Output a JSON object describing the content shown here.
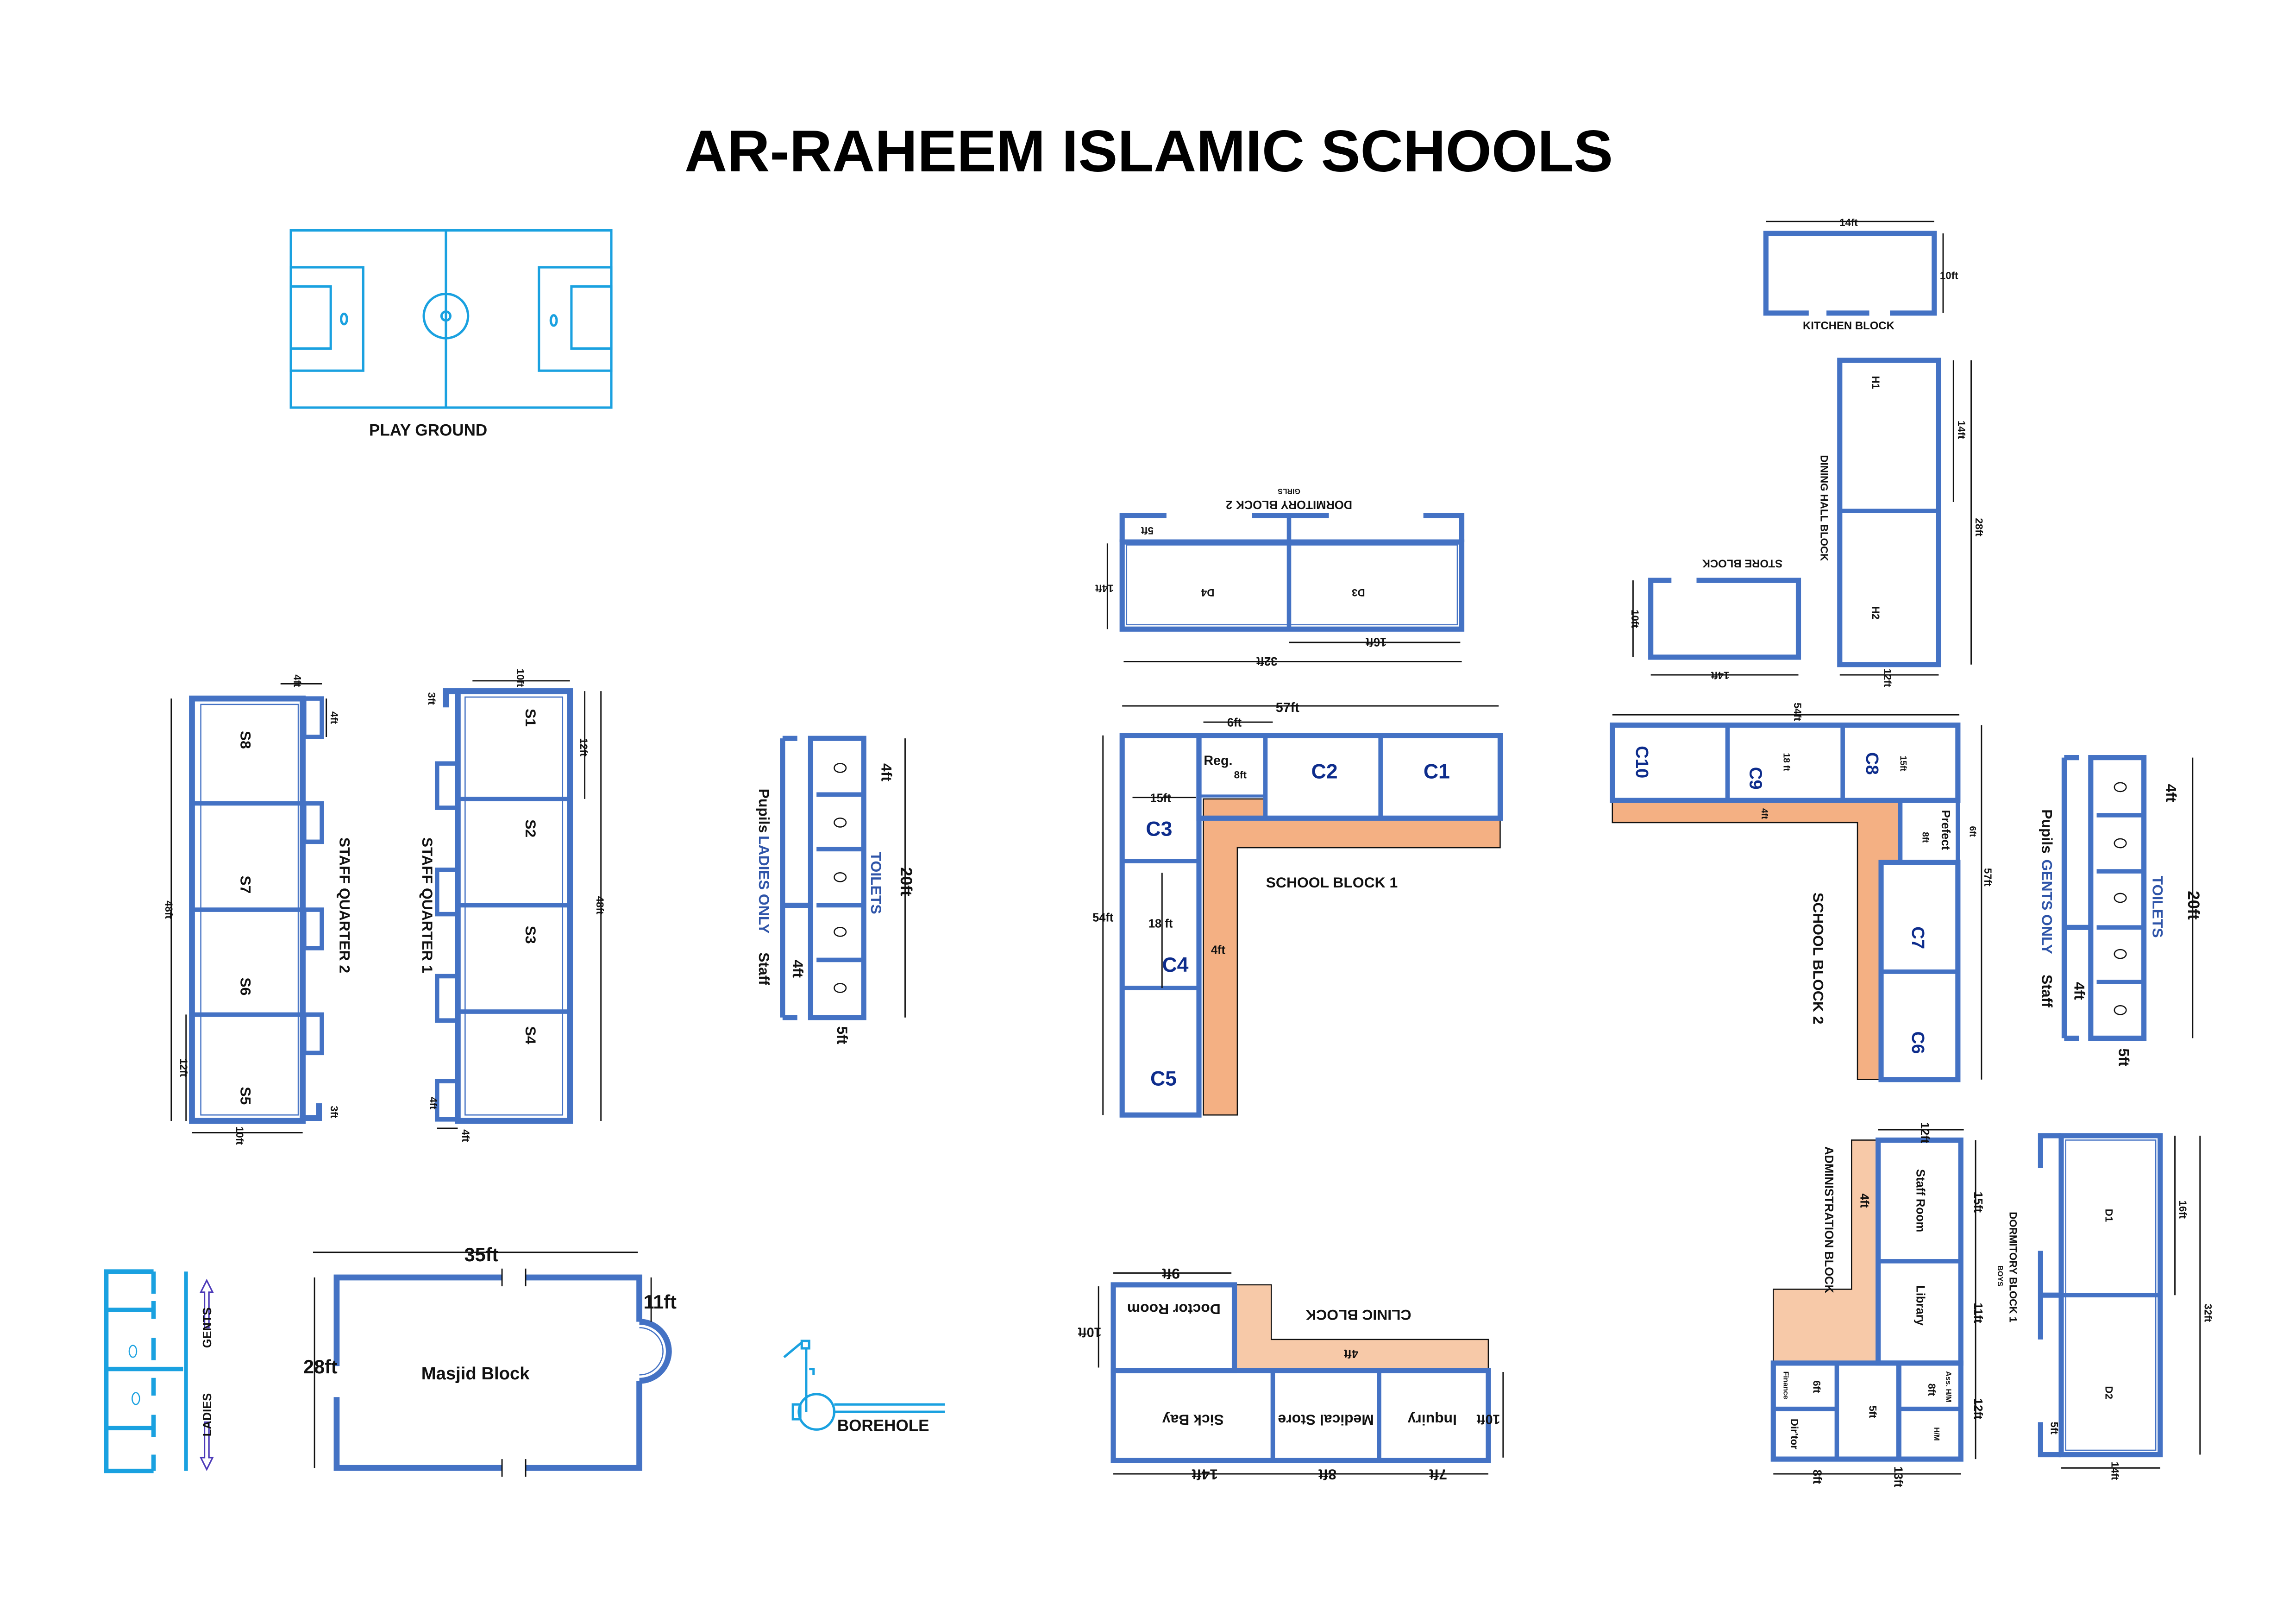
{
  "title": "AR-RAHEEM ISLAMIC SCHOOLS",
  "colors": {
    "wall": "#4472c4",
    "wall_light": "#5b9bd5",
    "pitch": "#1aa1e0",
    "corridor": "#f4b083",
    "corridor_light": "#f7c9a8",
    "room_label": "#0d2c8c",
    "text": "#111111"
  },
  "play_ground": {
    "label": "PLAY GROUND"
  },
  "staff_quarter_2": {
    "label": "STAFF QUARTER 2",
    "rooms": [
      "S8",
      "S7",
      "S6",
      "S5"
    ],
    "dims": {
      "length": "48ft",
      "room": "12ft",
      "width": "10ft",
      "toilet_w": "4ft",
      "toilet_h": "4ft",
      "porch": "3ft"
    }
  },
  "staff_quarter_1": {
    "label": "STAFF QUARTER 1",
    "rooms": [
      "S1",
      "S2",
      "S3",
      "S4"
    ],
    "dims": {
      "length": "48ft",
      "room": "12ft",
      "width": "10ft",
      "toilet_w": "4ft",
      "toilet_h": "4ft",
      "porch": "3ft"
    }
  },
  "toilets_ladies": {
    "label": "TOILETS",
    "group": "LADIES ONLY",
    "pupils": "Pupils",
    "staff": "Staff",
    "dims": {
      "length": "20ft",
      "cubicle": "4ft",
      "corridor": "4ft",
      "depth": "5ft"
    }
  },
  "toilets_gents": {
    "label": "TOILETS",
    "group": "GENTS ONLY",
    "pupils": "Pupils",
    "staff": "Staff",
    "dims": {
      "length": "20ft",
      "cubicle": "4ft",
      "corridor": "4ft",
      "depth": "5ft"
    }
  },
  "dormitory_block_2": {
    "label": "DORMITORY BLOCK 2",
    "sub": "GIRLS",
    "rooms": [
      "D4",
      "D3"
    ],
    "dims": {
      "porch": "5ft",
      "depth": "14ft",
      "room": "16ft",
      "length": "32ft"
    }
  },
  "dormitory_block_1": {
    "label": "DORMITORY BLOCK 1",
    "sub": "BOYS",
    "rooms": [
      "D1",
      "D2"
    ],
    "dims": {
      "room": "16ft",
      "length": "32ft",
      "porch": "5ft",
      "depth": "14ft"
    }
  },
  "school_block_1": {
    "label": "SCHOOL BLOCK 1",
    "rooms": [
      "C1",
      "C2",
      "C3",
      "C4",
      "C5"
    ],
    "reg": "Reg.",
    "dims": {
      "length": "57ft",
      "reg_w": "6ft",
      "reg_h": "8ft",
      "room_w": "15ft",
      "room_l": "18 ft",
      "height": "54ft",
      "corridor": "4ft"
    }
  },
  "school_block_2": {
    "label": "SCHOOL BLOCK 2",
    "rooms": [
      "C10",
      "C9",
      "C8",
      "C7",
      "C6"
    ],
    "prefect": "Prefect",
    "dims": {
      "length": "54ft",
      "room_l": "18 ft",
      "room_w": "15ft",
      "corridor": "4ft",
      "pref_h": "6ft",
      "pref_w": "8ft",
      "height": "57ft"
    }
  },
  "kitchen_block": {
    "label": "KITCHEN BLOCK",
    "dims": {
      "width": "14ft",
      "depth": "10ft"
    }
  },
  "store_block": {
    "label": "STORE BLOCK",
    "dims": {
      "width": "14ft",
      "depth": "10ft"
    }
  },
  "dining_hall_block": {
    "label": "DINING HALL BLOCK",
    "rooms": [
      "H1",
      "H2"
    ],
    "dims": {
      "room": "14ft",
      "length": "28ft",
      "width": "12ft"
    }
  },
  "clinic_block": {
    "label": "CLINIC BLOCK",
    "rooms": {
      "doctor": "Doctor Room",
      "sick_bay": "Sick Bay",
      "medical_store": "Medical Store",
      "inquiry": "Inquiry"
    },
    "dims": {
      "doctor_w": "9ft",
      "doctor_h": "10ft",
      "corridor": "4ft",
      "sick_w": "14ft",
      "store_w": "8ft",
      "inquiry_w": "7ft",
      "inquiry_h": "10ft"
    }
  },
  "administration_block": {
    "label": "ADMINISTRATION BLOCK",
    "rooms": {
      "staff_room": "Staff Room",
      "library": "Library",
      "ass_hm": "Ass. H/M",
      "hm": "H/M",
      "finance": "Finance",
      "director": "Dir'tor"
    },
    "dims": {
      "width": "12ft",
      "staff": "15ft",
      "library": "11ft",
      "office": "12ft",
      "corridor": "4ft",
      "finance": "6ft",
      "hall": "5ft",
      "ass_hm": "8ft",
      "left": "8ft",
      "right": "13ft"
    }
  },
  "masjid_block": {
    "label": "Masjid Block",
    "dims": {
      "length": "35ft",
      "width": "28ft",
      "mihrab": "11ft"
    }
  },
  "ablution": {
    "gents": "GENTS",
    "ladies": "LADIES"
  },
  "borehole": {
    "label": "BOREHOLE"
  }
}
